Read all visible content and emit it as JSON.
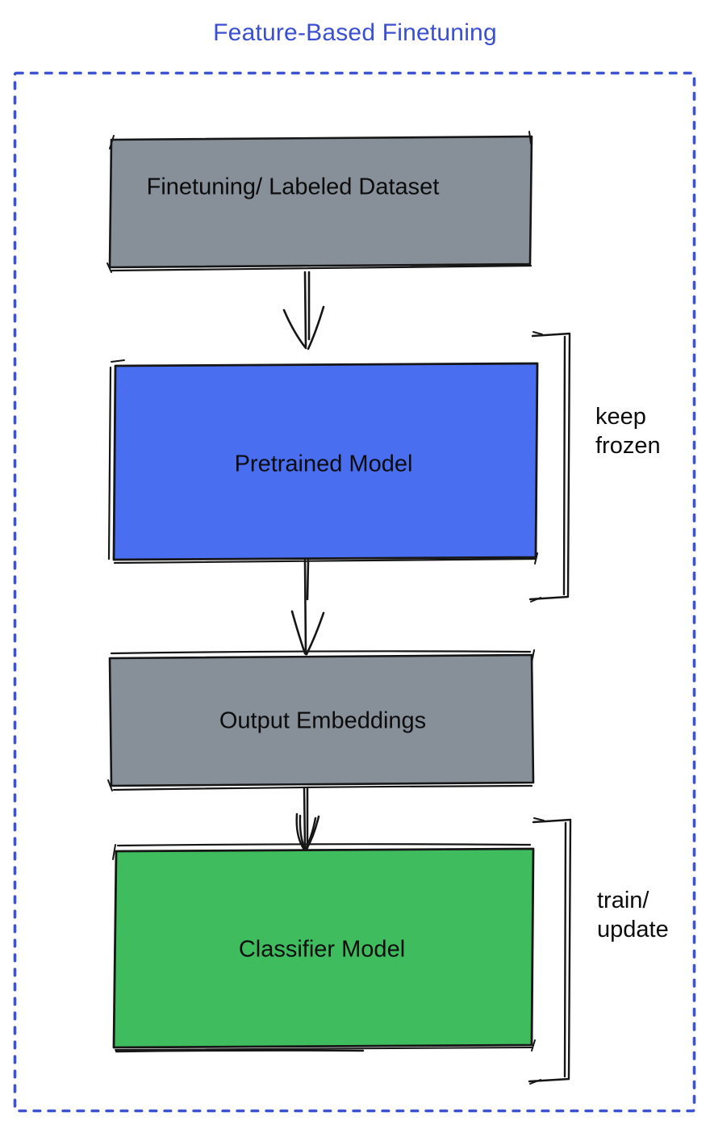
{
  "title": "Feature-Based Finetuning",
  "colors": {
    "title_blue": "#3b4fd1",
    "dotted_border_blue": "#3d53cf",
    "gray_box": "#878f99",
    "blue_box": "#4a6ef0",
    "green_box": "#3fbd5e",
    "sketch_stroke": "#161616",
    "label_black": "#0c0c0c"
  },
  "boxes": [
    {
      "id": "finetuning-dataset",
      "label": "Finetuning/ Labeled Dataset",
      "fill": "#878f99"
    },
    {
      "id": "pretrained-model",
      "label": "Pretrained Model",
      "fill": "#4a6ef0"
    },
    {
      "id": "output-embeddings",
      "label": "Output Embeddings",
      "fill": "#878f99"
    },
    {
      "id": "classifier-model",
      "label": "Classifier Model",
      "fill": "#3fbd5e"
    }
  ],
  "annotations": [
    {
      "id": "keep-frozen",
      "line1": "keep",
      "line2": "frozen"
    },
    {
      "id": "train-update",
      "line1": "train/",
      "line2": "update"
    }
  ]
}
